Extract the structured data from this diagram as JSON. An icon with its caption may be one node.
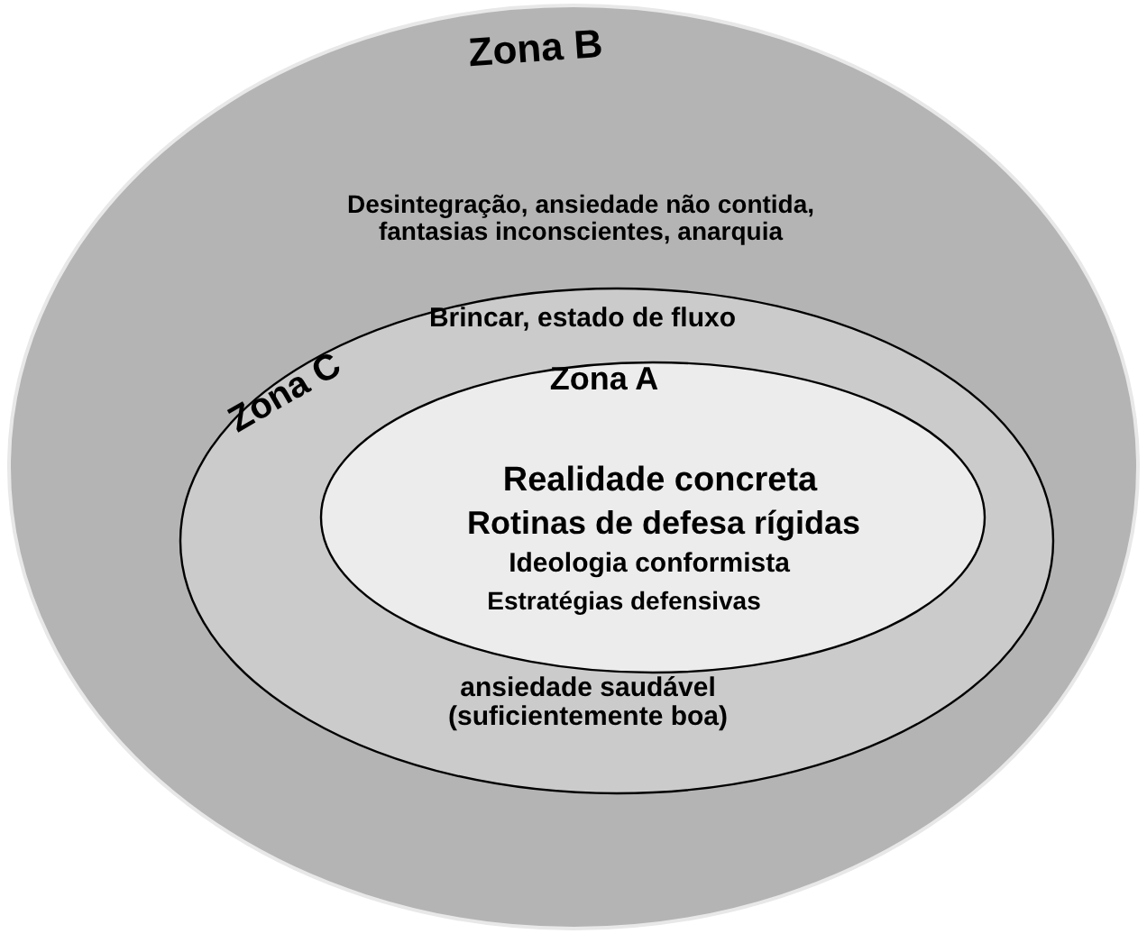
{
  "diagram": {
    "nodes": [
      {
        "text": [
          "Zona B",
          "Desintegração, ansiedade não contida, fantasias inconscientes, anarquia"
        ]
      },
      {
        "text": [
          "Zona C",
          "Brincar, estado de fluxo",
          "ansiedade saudável (suficientemente boa)"
        ],
        "in": 0
      },
      {
        "text": [
          "Zona A",
          "Realidade concreta",
          "Rotinas de defesa rígidas",
          "Ideologia conformista",
          "Estratégias defensivas"
        ],
        "in": 1
      }
    ]
  }
}
